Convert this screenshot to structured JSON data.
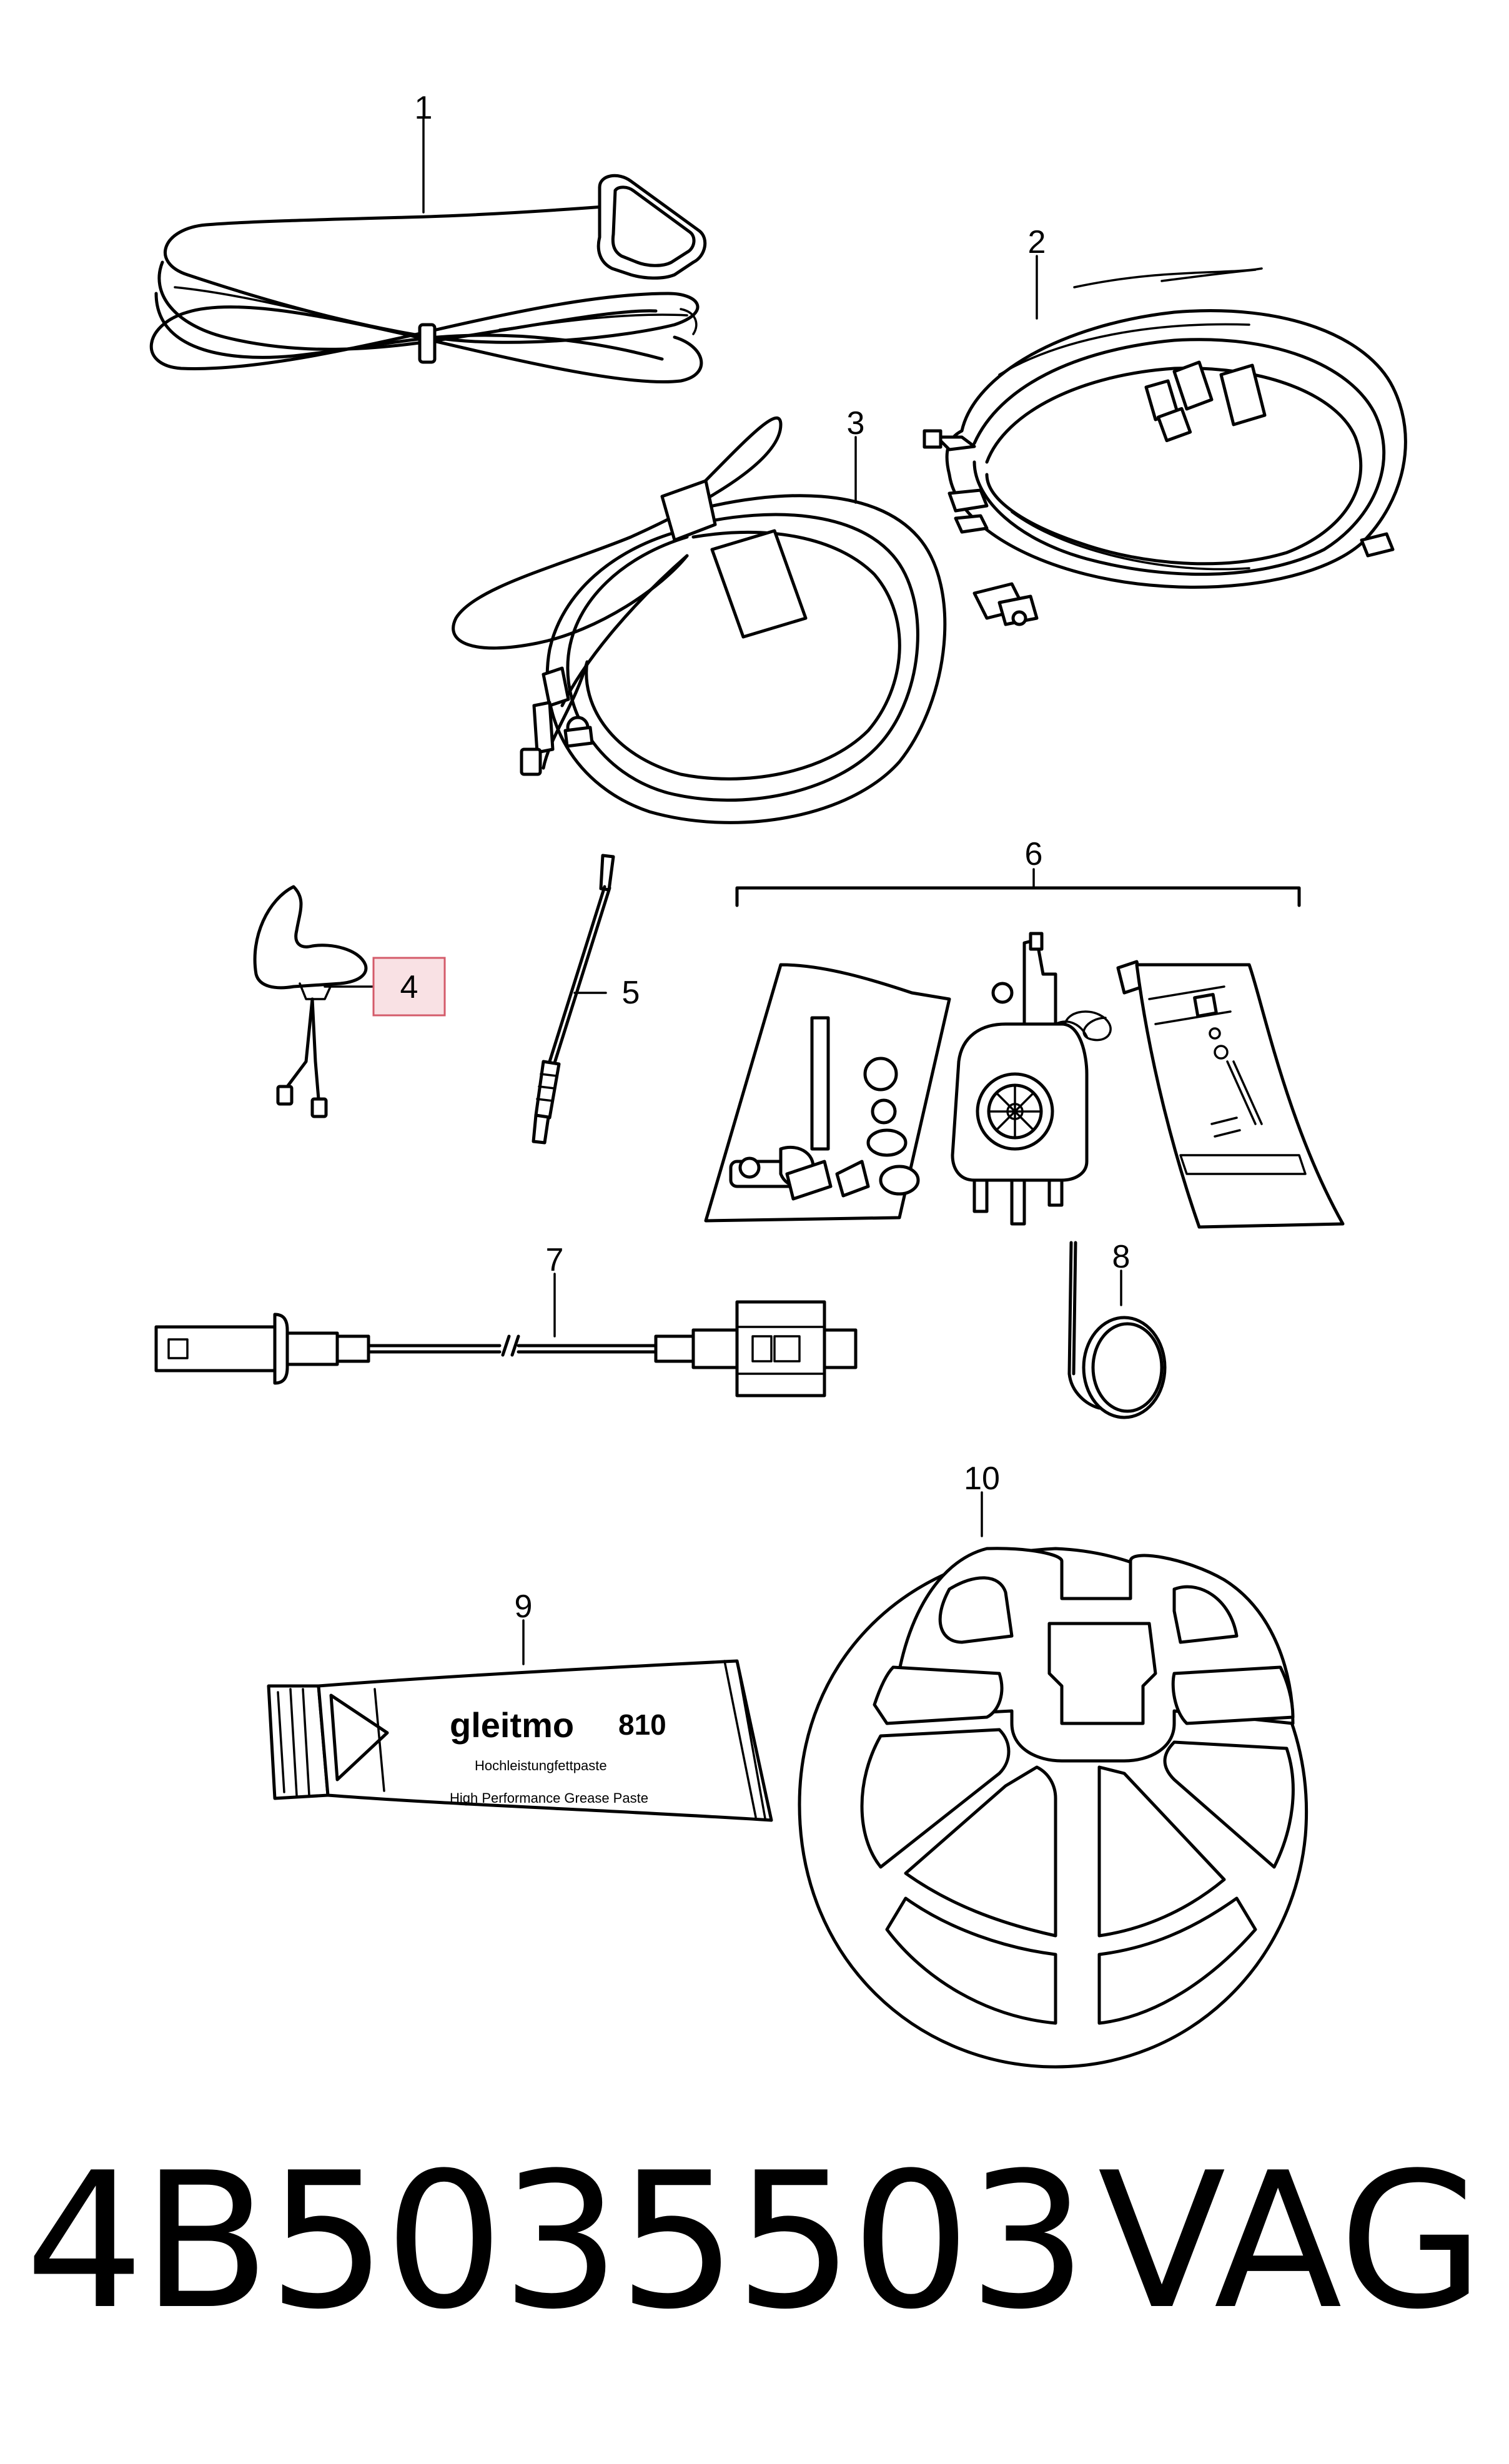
{
  "callouts": [
    "1",
    "2",
    "3",
    "4",
    "5",
    "6",
    "7",
    "8",
    "9",
    "10"
  ],
  "highlighted_callout": "4",
  "grease_tube": {
    "brand": "gleitmo",
    "number": "810",
    "line1": "Hochleistungfettpaste",
    "line2": "High Performance Grease Paste"
  },
  "footer": {
    "part_number": "4B5035503",
    "brand": "VAG"
  },
  "colors": {
    "highlight_fill": "#f9e1e4",
    "highlight_stroke": "#d45b6a",
    "ink": "#000000"
  }
}
